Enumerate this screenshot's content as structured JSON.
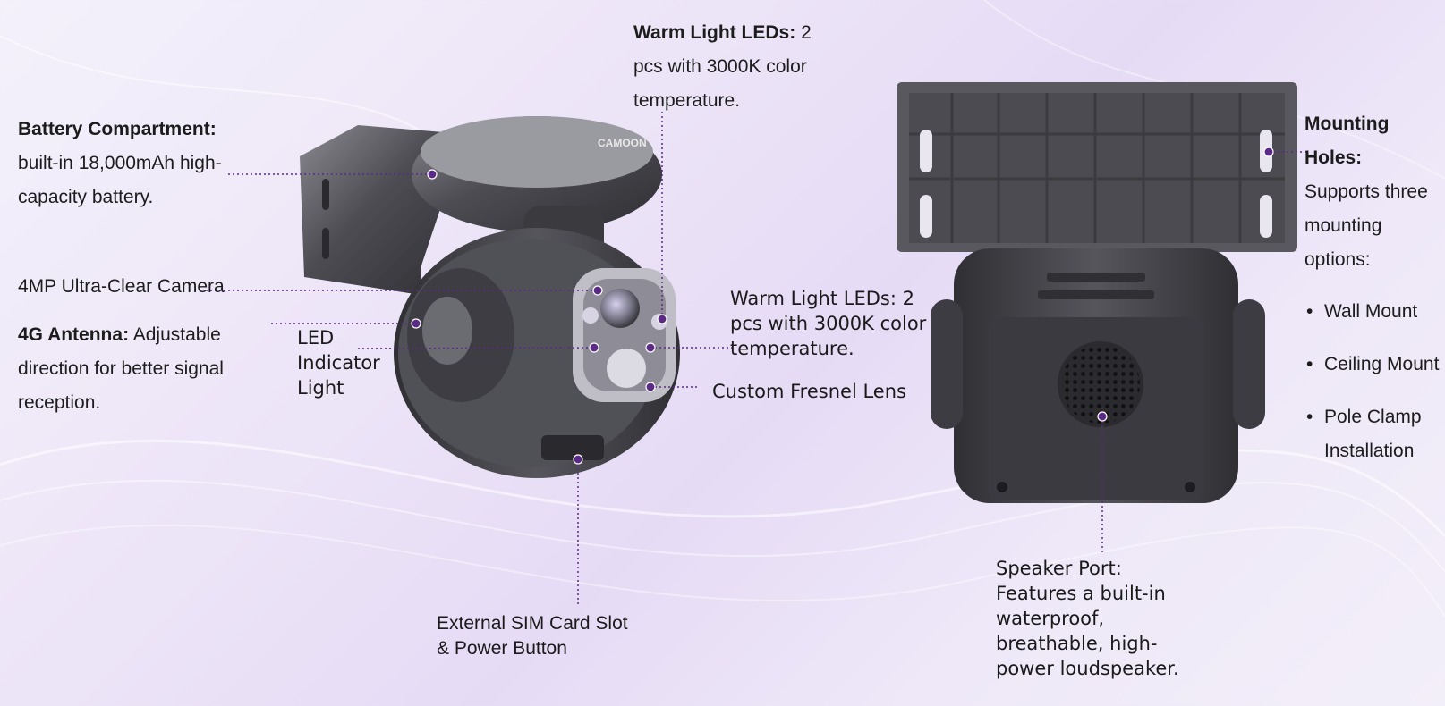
{
  "callouts": {
    "battery": {
      "title": "Battery Compartment:",
      "text": "built-in 18,000mAh high-capacity battery."
    },
    "warm_led_top": {
      "title": "Warm Light LEDs:",
      "text": "2 pcs with 3000K color temperature."
    },
    "camera": {
      "text": "4MP Ultra-Clear Camera"
    },
    "antenna": {
      "title": "4G Antenna:",
      "text": "Adjustable direction for better signal reception."
    },
    "led_indicator": {
      "text": "LED Indicator Light"
    },
    "warm_led_right": {
      "text": "Warm Light LEDs: 2 pcs with 3000K color temperature."
    },
    "fresnel": {
      "text": "Custom Fresnel Lens"
    },
    "sim_slot": {
      "text": "External SIM Card Slot & Power Button"
    },
    "speaker": {
      "text": "Speaker Port: Features a built-in waterproof, breathable, high-power loudspeaker."
    },
    "mounting": {
      "title": "Mounting Holes:",
      "text": "Supports three mounting options:",
      "options": [
        "Wall Mount",
        "Ceiling Mount",
        "Pole Clamp Installation"
      ]
    }
  },
  "colors": {
    "accent": "#5b2a86",
    "leader": "#5b2a86",
    "device": "#4a4a4e"
  }
}
